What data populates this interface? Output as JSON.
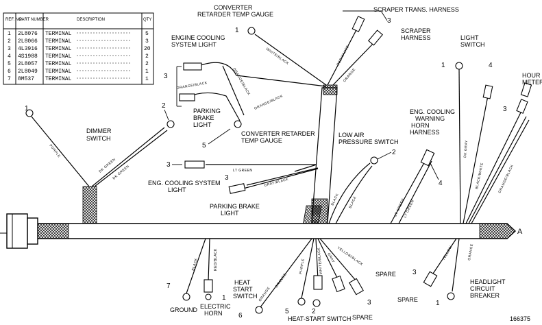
{
  "table": {
    "headers": {
      "ref": "REF. NO.",
      "part": "PART NUMBER",
      "desc": "DESCRIPTION",
      "qty": "QTY"
    },
    "rows": [
      {
        "ref": "1",
        "part": "2L8076",
        "desc": "TERMINAL",
        "qty": "5"
      },
      {
        "ref": "2",
        "part": "2L8066",
        "desc": "TERMINAL",
        "qty": "3"
      },
      {
        "ref": "3",
        "part": "4L3916",
        "desc": "TERMINAL",
        "qty": "20"
      },
      {
        "ref": "4",
        "part": "4S1988",
        "desc": "TERMINAL",
        "qty": "2"
      },
      {
        "ref": "5",
        "part": "2L8057",
        "desc": "TERMINAL",
        "qty": "2"
      },
      {
        "ref": "6",
        "part": "2L8049",
        "desc": "TERMINAL",
        "qty": "1"
      },
      {
        "ref": "7",
        "part": "8M537",
        "desc": "TERMINAL",
        "qty": "1"
      }
    ]
  },
  "labels": {
    "converter_gauge_top": "CONVERTER RETARDER TEMP GAUGE",
    "scraper_trans": "SCRAPER TRANS. HARNESS",
    "scraper_harness": "SCRAPER HARNESS",
    "engine_cooling_light": "ENGINE COOLING SYSTEM LIGHT",
    "light_switch": "LIGHT SWITCH",
    "hour_meter": "HOUR METER",
    "dimmer_switch": "DIMMER SWITCH",
    "parking_brake_light_top": "PARKING BRAKE LIGHT",
    "converter_gauge_mid": "CONVERTER RETARDER TEMP GAUGE",
    "low_air": "LOW AIR PRESSURE SWITCH",
    "eng_warning_horn": "ENG. COOLING WARNING HORN HARNESS",
    "eng_cooling_light2": "ENG. COOLING SYSTEM LIGHT",
    "parking_brake_light2": "PARKING BRAKE LIGHT",
    "heat_start_switch": "HEAT START SWITCH",
    "heat_start_switch2": "HEAT-START SWITCH",
    "spare_a": "SPARE",
    "spare_b": "SPARE",
    "spare_c": "SPARE",
    "headlight_breaker": "HEADLIGHT CIRCUIT BREAKER",
    "ground": "GROUND",
    "electric_horn": "ELECTRIC HORN",
    "connector_a": "A",
    "figure_id": "166375"
  },
  "wires": {
    "purple": "PURPLE",
    "dk_green_1": "DK GREEN",
    "dk_green_2": "DK GREEN",
    "white_black": "WHITE/BLACK",
    "red_white": "RED/WHITE",
    "orange_1": "ORANGE",
    "orange_black_1": "ORANGE/BLACK",
    "orange_black_2": "ORANGE/BLACK",
    "orange_black_3": "ORANGE/BLACK",
    "lt_green_1": "LT GREEN",
    "gray_black": "GRAY/BLACK",
    "black_1": "BLACK",
    "black_2": "BLACK",
    "lt_green_2": "LT GREEN",
    "lt_green_3": "LT GREEN",
    "dk_gray": "DK GRAY",
    "black_white": "BLACK/WHITE",
    "orange_black_4": "ORANGE/BLACK",
    "black_3": "BLACK",
    "red_black": "RED/BLACK",
    "orange_2": "ORANGE",
    "orange_3": "ORANGE",
    "purple_2": "PURPLE",
    "white_black_2": "WHITE/BLACK",
    "gray": "GRAY",
    "yellow_black": "YELLOW/BLACK",
    "yellow": "YELLOW",
    "orange_4": "ORANGE"
  },
  "refs": {
    "r1_dimmer": "1",
    "r2_dimmer": "2",
    "r1_conv": "1",
    "r3_scraper": "3",
    "r3_eng": "3",
    "r5_conv": "5",
    "r1_light": "1",
    "r4_hour": "4",
    "r3_hour": "3",
    "r3_ecsl": "3",
    "r3_pbl": "3",
    "r2_low": "2",
    "r4_horn": "4",
    "r7_ground": "7",
    "r1_horn": "1",
    "r6_heat": "6",
    "r5_heat": "5",
    "r2_heat": "2",
    "r3_spare": "3",
    "r3_spare2": "3",
    "r1_head": "1"
  }
}
